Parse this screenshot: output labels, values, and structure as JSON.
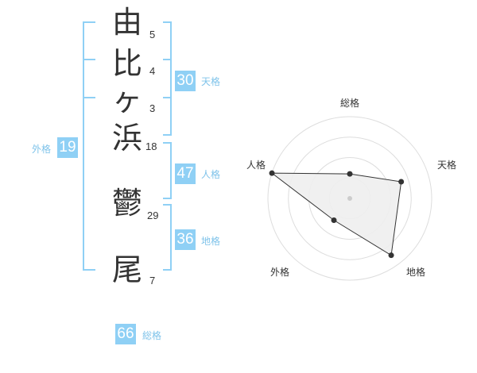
{
  "name": {
    "characters": [
      "由",
      "比",
      "ヶ",
      "浜",
      "鬱",
      "尾"
    ],
    "strokes": [
      "5",
      "4",
      "3",
      "18",
      "29",
      "7"
    ]
  },
  "fortune": {
    "tenkaku": {
      "label": "天格",
      "value": "30"
    },
    "jinkaku": {
      "label": "人格",
      "value": "47"
    },
    "chikaku": {
      "label": "地格",
      "value": "36"
    },
    "gaikaku": {
      "label": "外格",
      "value": "19"
    },
    "soukaku": {
      "label": "総格",
      "value": "66"
    }
  },
  "colors": {
    "accent": "#8fd0f5",
    "bracket": "#8fd0f5",
    "label": "#7fc3ea",
    "grid": "#dddddd",
    "polygon_fill": "#eeeeee",
    "polygon_stroke": "#333333"
  },
  "chart_data": {
    "type": "radar",
    "axes": [
      "総格",
      "天格",
      "地格",
      "外格",
      "人格"
    ],
    "values": [
      0.3,
      0.66,
      0.86,
      0.33,
      1.0
    ],
    "rings": 4,
    "max": 1.0
  }
}
